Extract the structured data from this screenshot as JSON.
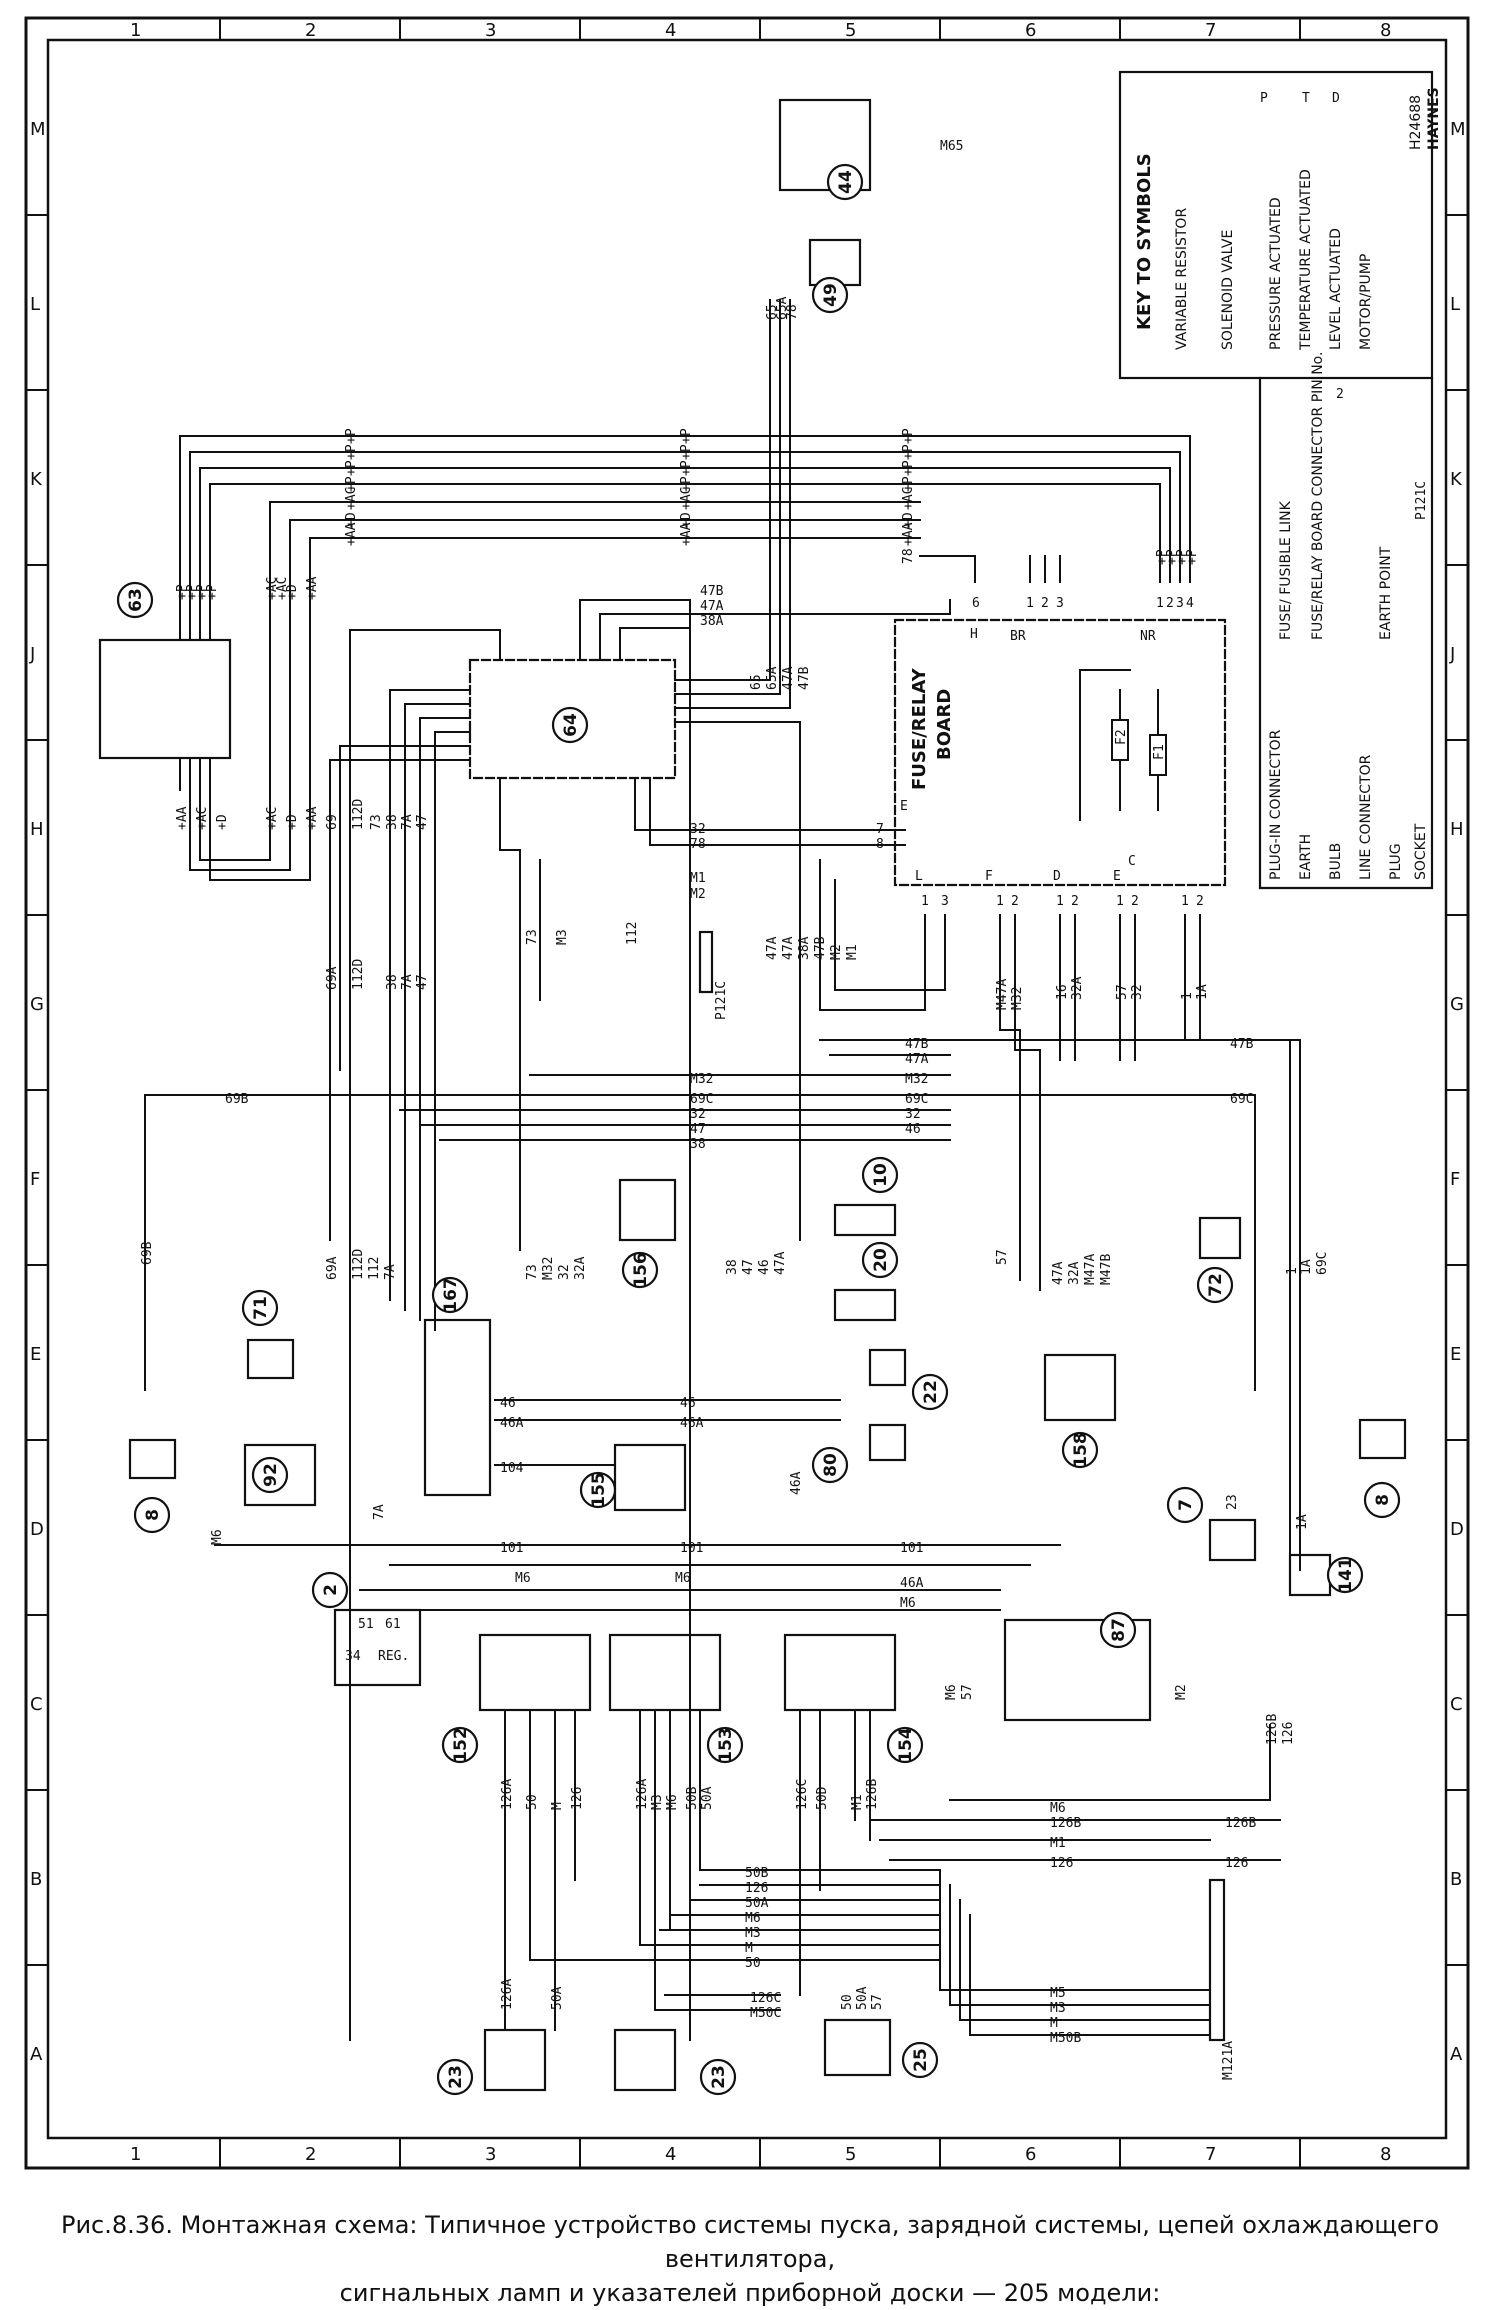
{
  "caption": {
    "line1": "Рис.8.36. Монтажная схема: Типичное устройство системы пуска, зарядной системы, цепей охлаждающего вентилятора,",
    "line2": "сигнальных ламп и указателей приборной доски — 205 модели:"
  },
  "grid": {
    "cols": [
      "1",
      "2",
      "3",
      "4",
      "5",
      "6",
      "7",
      "8"
    ],
    "rows": [
      "M",
      "L",
      "K",
      "J",
      "H",
      "G",
      "F",
      "E",
      "D",
      "C",
      "B",
      "A"
    ]
  },
  "drawing_ref": "H24688",
  "brand": "HAYNES",
  "key": {
    "title": "KEY TO SYMBOLS",
    "symbols": [
      "VARIABLE RESISTOR",
      "SOLENOID VALVE",
      "PRESSURE ACTUATED",
      "TEMPERATURE ACTUATED",
      "LEVEL ACTUATED",
      "MOTOR/PUMP"
    ],
    "symbol_marks": [
      "P",
      "T",
      "D"
    ],
    "lower_left": [
      "PLUG-IN CONNECTOR",
      "EARTH",
      "BULB",
      "LINE CONNECTOR",
      "PLUG",
      "SOCKET"
    ],
    "lower_right": [
      "FUSE/ FUSIBLE LINK",
      "FUSE/RELAY BOARD CONNECTOR PIN No.",
      "EARTH POINT"
    ],
    "pin_example": "2",
    "earth_point_label": "P121C"
  },
  "fuse_board": {
    "title": "FUSE/RELAY",
    "subtitle": "BOARD",
    "fuses": [
      "F2",
      "F1"
    ],
    "connectors": [
      "H",
      "BR",
      "NR",
      "L",
      "F",
      "D",
      "E",
      "C",
      "E"
    ],
    "pins_top": [
      "6",
      "1",
      "2",
      "3",
      "1",
      "2",
      "3",
      "4"
    ],
    "pins_bottom": [
      "1",
      "3",
      "1",
      "2",
      "1",
      "2",
      "1",
      "2",
      "1",
      "2"
    ],
    "pins_left": [
      "7",
      "8"
    ]
  },
  "component_numbers": [
    "44",
    "49",
    "63",
    "64",
    "10",
    "20",
    "22",
    "80",
    "72",
    "71",
    "92",
    "8",
    "8",
    "167",
    "156",
    "155",
    "158",
    "7",
    "141",
    "2",
    "87",
    "152",
    "153",
    "154",
    "23",
    "23",
    "25"
  ],
  "wire_labels": {
    "bus_left": [
      "+P",
      "+P",
      "+P",
      "+P",
      "+AC",
      "+D",
      "+AA"
    ],
    "bus_mid": [
      "+P",
      "+P",
      "+P",
      "+P",
      "+AC",
      "+D",
      "+AA"
    ],
    "bus_right": [
      "+P",
      "+P",
      "+P",
      "+P",
      "+AC",
      "+D",
      "+AA",
      "78"
    ],
    "right_vertical": [
      "+P",
      "+P",
      "+P",
      "+P"
    ],
    "ign_top": [
      "+P",
      "+P",
      "+P",
      "+P",
      "+AC",
      "+AC",
      "+D",
      "+AA"
    ],
    "ign_bottom": [
      "+AA",
      "+AC",
      "+D",
      "+AC",
      "+D",
      "+AA"
    ],
    "top_vertical": [
      "65",
      "65A",
      "78"
    ],
    "m65": "M65",
    "wires_64_top": [
      "47B",
      "47A",
      "38A"
    ],
    "wires_64_right": [
      "65",
      "65A",
      "47A",
      "47B"
    ],
    "wires_64_left": [
      "69",
      "112D",
      "73",
      "38",
      "7A",
      "47"
    ],
    "wires_64_mid": [
      "32",
      "78"
    ],
    "m_wires": [
      "M1",
      "M2"
    ],
    "center_vertical": [
      "73",
      "M3",
      "112"
    ],
    "bus_p121c": "P121C",
    "mid_vertical": [
      "47A",
      "47A",
      "38A",
      "47B",
      "M2",
      "M1"
    ],
    "fb_down": [
      "M47A",
      "M32",
      "16",
      "32A",
      "57",
      "32",
      "1",
      "1A"
    ],
    "h_labels_a": [
      "47B",
      "47A",
      "M32",
      "69C",
      "32",
      "46"
    ],
    "h_labels_b": [
      "M32",
      "69C",
      "32",
      "47",
      "38"
    ],
    "h_right": [
      "47B",
      "69C"
    ],
    "h_left": "69B",
    "left_vertical": [
      "69A",
      "112D",
      "38",
      "7A",
      "47"
    ],
    "v_69B": "69B",
    "v_71": [
      "69A",
      "112D",
      "112",
      "7A"
    ],
    "v_167": [
      "73",
      "M32",
      "32",
      "32A"
    ],
    "v_mid2": [
      "38",
      "47",
      "46",
      "47A"
    ],
    "v_157": "57",
    "v_158": [
      "47A",
      "32A",
      "M47A",
      "M47B"
    ],
    "v_right": [
      "1",
      "1A",
      "69C"
    ],
    "h_167": [
      "46",
      "46A",
      "104"
    ],
    "h_167b": [
      "46",
      "46A"
    ],
    "m6": "M6",
    "h_101": [
      "101",
      "101",
      "101"
    ],
    "h_m6": [
      "M6",
      "M6",
      "46A",
      "M6"
    ],
    "v_46a": "46A",
    "v_m6_57": [
      "M6",
      "57"
    ],
    "v_m2": "M2",
    "v_1a": "1A",
    "v_23": "23",
    "v_7a": "7A",
    "pins_2": [
      "51",
      "61"
    ],
    "labels_2": [
      "34",
      "REG."
    ],
    "v_126b": [
      "126B",
      "126"
    ],
    "v_152": [
      "126A",
      "50",
      "M",
      "126"
    ],
    "v_153": [
      "126A",
      "M3",
      "M6",
      "50B",
      "50A"
    ],
    "v_154": [
      "126C",
      "50D",
      "M1",
      "126B"
    ],
    "h_bottom_a": [
      "50B",
      "126",
      "50A",
      "M6",
      "M3",
      "M",
      "50"
    ],
    "h_bottom_b": [
      "M6",
      "126B",
      "M1",
      "126"
    ],
    "h_bottom_c": [
      "126B",
      "126"
    ],
    "h_bottom_d": [
      "126C",
      "M50C"
    ],
    "h_bottom_e": [
      "M5",
      "M3",
      "M",
      "M50B"
    ],
    "v_23a": [
      "126A",
      "50A"
    ],
    "v_25": [
      "50",
      "50A",
      "57"
    ],
    "bus_m121a": "M121A"
  }
}
